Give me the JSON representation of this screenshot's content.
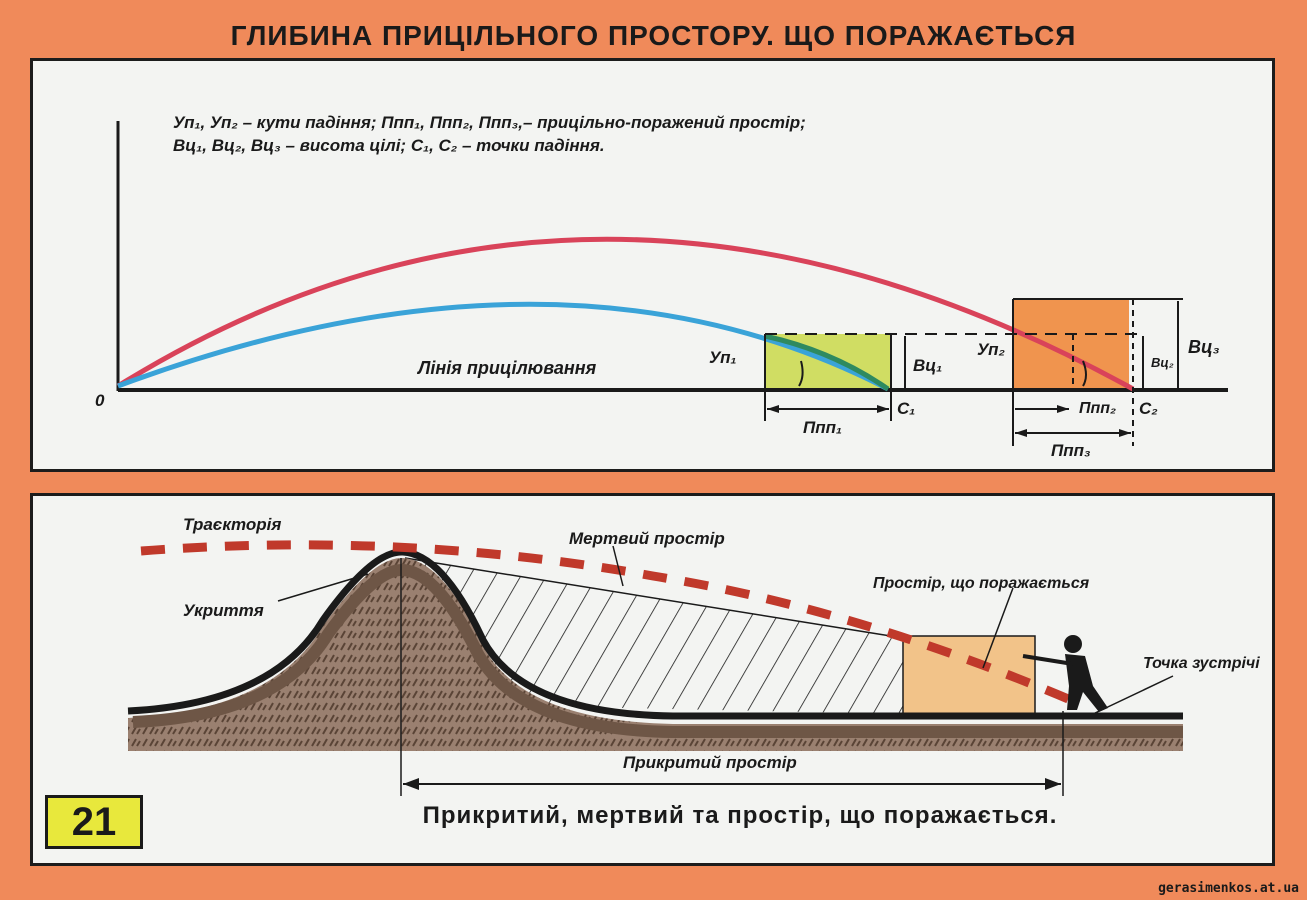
{
  "title": "ГЛИБИНА ПРИЦІЛЬНОГО ПРОСТОРУ. ЩО ПОРАЖАЄТЬСЯ",
  "top_panel": {
    "legend_line1": "Уп₁, Уп₂ – кути падіння;    Ппп₁, Ппп₂, Ппп₃,– прицільно-поражений простір;",
    "legend_line2": "Вц₁, Вц₂, Вц₃ – висота цілі;          С₁, С₂ – точки падіння.",
    "origin_label": "0",
    "aiming_line_label": "Лінія прицілювання",
    "angle1_label": "Уп₁",
    "angle2_label": "Уп₂",
    "height1_label": "Вц₁",
    "height2_label": "Вц₂",
    "height3_label": "Вц₃",
    "impact1_label": "С₁",
    "impact2_label": "С₂",
    "space1_label": "Ппп₁",
    "space2_label": "Ппп₂",
    "space3_label": "Ппп₃"
  },
  "bottom_panel": {
    "trajectory_label": "Траєкторія",
    "dead_space_label": "Мертвий простір",
    "cover_label": "Укриття",
    "hit_space_label": "Простір, що поражається",
    "meeting_point_label": "Точка зустрічі",
    "covered_space_label": "Прикритий простір"
  },
  "badge_number": "21",
  "caption": "Прикритий, мертвий та простір, що поражається.",
  "watermark": "gerasimenkos.at.ua",
  "colors": {
    "background": "#f08a5a",
    "panel": "#f3f4f2",
    "upper_trajectory": "#d9435a",
    "lower_trajectory": "#3aa3d8",
    "zone1": "#c9d84a",
    "zone2": "#ef8a3c",
    "ground": "#6e5646",
    "badge": "#e8e83c"
  }
}
